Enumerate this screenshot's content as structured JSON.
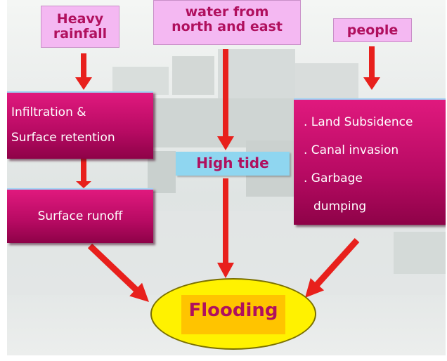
{
  "diagram": {
    "sources": {
      "heavy_rainfall": [
        "Heavy",
        "rainfall"
      ],
      "water_north_east": [
        "water from",
        "north and east"
      ],
      "people": "people"
    },
    "infiltration": [
      "Infiltration &",
      "Surface retention"
    ],
    "surface_runoff": "Surface runoff",
    "high_tide": "High tide",
    "human_factors": [
      ". Land Subsidence",
      ". Canal invasion",
      ". Garbage",
      "dumping"
    ],
    "outcome": "Flooding"
  },
  "colors": {
    "arrow": "#e8201c",
    "magenta_box": "#c0106a",
    "pink_box": "#f4b8f2",
    "label_text": "#b0105e",
    "tide_box": "#8fd6f0",
    "ellipse": "#fff200",
    "flood_label_bg": "#ffc400"
  }
}
